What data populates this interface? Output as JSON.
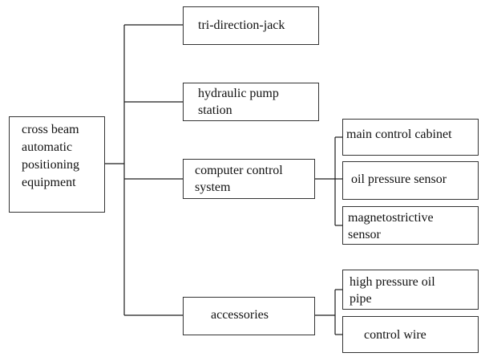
{
  "diagram": {
    "root": {
      "label": "cross beam\nautomatic\npositioning\nequipment"
    },
    "level1": [
      {
        "label": "tri-direction-jack"
      },
      {
        "label": "hydraulic pump\nstation"
      },
      {
        "label": "computer control\nsystem"
      },
      {
        "label": "accessories"
      }
    ],
    "computer_children": [
      {
        "label": "main control cabinet"
      },
      {
        "label": "oil pressure sensor"
      },
      {
        "label": "magnetostrictive\nsensor"
      }
    ],
    "accessories_children": [
      {
        "label": "high pressure oil\npipe"
      },
      {
        "label": "control wire"
      }
    ]
  }
}
